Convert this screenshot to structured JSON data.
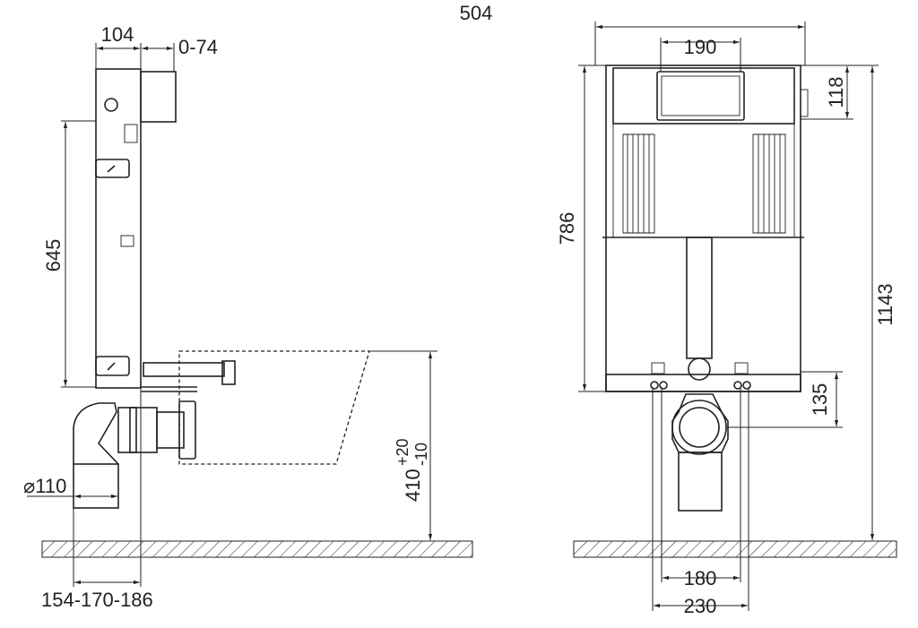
{
  "side_view": {
    "dim_depth": "104",
    "dim_adjust": "0-74",
    "dim_height": "645",
    "dim_bowl_height": "410",
    "dim_tol_plus": "+20",
    "dim_tol_minus": "-10",
    "dim_pipe_diameter": "⌀110",
    "dim_offset": "154-170-186"
  },
  "front_view": {
    "dim_width": "504",
    "dim_panel": "190",
    "dim_tank": "118",
    "dim_frame": "786",
    "dim_total": "1143",
    "dim_outlet": "135",
    "dim_studs_inner": "180",
    "dim_studs_outer": "230"
  }
}
